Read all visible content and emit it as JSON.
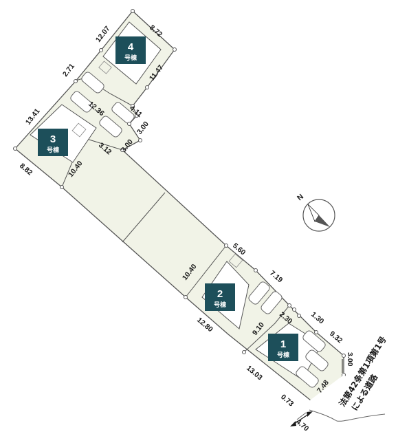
{
  "buildings": [
    {
      "number": "4",
      "label": "号棟"
    },
    {
      "number": "3",
      "label": "号棟"
    },
    {
      "number": "2",
      "label": "号棟"
    },
    {
      "number": "1",
      "label": "号棟"
    }
  ],
  "dimensions": {
    "d_8_72": "8.72",
    "d_12_07": "12.07",
    "d_2_71": "2.71",
    "d_11_47": "11.47",
    "d_12_36": "12.36",
    "d_4_11": "4.11",
    "d_13_41": "13.41",
    "d_3_00_a": "3.00",
    "d_3_00_b": "3.00",
    "d_3_12": "3.12",
    "d_8_82": "8.82",
    "d_10_40_a": "10.40",
    "d_5_60": "5.60",
    "d_10_40_b": "10.40",
    "d_7_19": "7.19",
    "d_2_30": "2.30",
    "d_1_30": "1.30",
    "d_9_10": "9.10",
    "d_9_32": "9.32",
    "d_12_80": "12.80",
    "d_3_00_c": "3.00",
    "d_13_03": "13.03",
    "d_7_48": "7.48",
    "d_0_73": "0.73",
    "d_4_70": "4.70"
  },
  "road_label": [
    "法第42条第1項第1号",
    "による道路"
  ],
  "compass": {
    "north_label": "N",
    "icon": "north-arrow-icon"
  },
  "colors": {
    "lot_fill": "#f1f3e7",
    "lot_stroke": "#555555",
    "building_badge": "#1d4f5a",
    "house_fill": "#ffffff",
    "accent_dark": "#1a1a1a"
  }
}
